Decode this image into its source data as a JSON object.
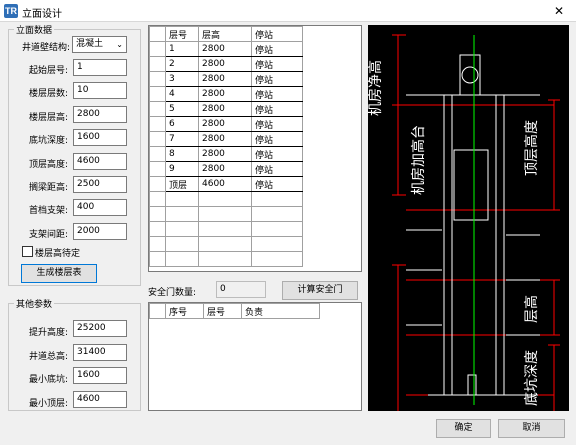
{
  "window": {
    "title": "立面设计",
    "app_icon": "TR",
    "close_glyph": "✕"
  },
  "elevation": {
    "legend": "立面数据",
    "structure": {
      "label": "井道壁结构:",
      "value": "混凝土"
    },
    "start_floor": {
      "label": "起始层号:",
      "value": "1"
    },
    "floor_count": {
      "label": "楼层层数:",
      "value": "10"
    },
    "floor_height": {
      "label": "楼层层高:",
      "value": "2800"
    },
    "pit_depth": {
      "label": "底坑深度:",
      "value": "1600"
    },
    "top_height": {
      "label": "顶层高度:",
      "value": "4600"
    },
    "beam_distance": {
      "label": "搁梁距高:",
      "value": "2500"
    },
    "first_bracket": {
      "label": "首档支架:",
      "value": "400"
    },
    "bracket_spacing": {
      "label": "支架间距:",
      "value": "2000"
    },
    "floor_height_pending": {
      "label": "楼层高待定",
      "checked": false
    },
    "generate_button": "生成楼层表"
  },
  "other": {
    "legend": "其他参数",
    "lift_height": {
      "label": "提升高度:",
      "value": "25200"
    },
    "shaft_height": {
      "label": "井道总高:",
      "value": "31400"
    },
    "min_pit": {
      "label": "最小底坑:",
      "value": "1600"
    },
    "min_top": {
      "label": "最小顶层:",
      "value": "4600"
    }
  },
  "floor_table": {
    "columns": [
      "层号",
      "层高",
      "停站"
    ],
    "rows": [
      [
        "1",
        "2800",
        "停站"
      ],
      [
        "2",
        "2800",
        "停站"
      ],
      [
        "3",
        "2800",
        "停站"
      ],
      [
        "4",
        "2800",
        "停站"
      ],
      [
        "5",
        "2800",
        "停站"
      ],
      [
        "6",
        "2800",
        "停站"
      ],
      [
        "7",
        "2800",
        "停站"
      ],
      [
        "8",
        "2800",
        "停站"
      ],
      [
        "9",
        "2800",
        "停站"
      ],
      [
        "顶层",
        "4600",
        "停站"
      ]
    ]
  },
  "safety_door": {
    "label": "安全门数量:",
    "value": "0",
    "button": "计算安全门"
  },
  "door_table": {
    "columns": [
      "序号",
      "层号",
      "负责"
    ]
  },
  "preview": {
    "labels": {
      "machine_room_height": "机房净高",
      "machine_room_platform": "机房加高台",
      "top_height": "顶层高度",
      "floor_height": "层高",
      "pit_depth": "底坑深度"
    },
    "colors": {
      "background": "#000000",
      "dimension": "#ff0000",
      "structure": "#ffffff",
      "axis": "#00ff00"
    }
  },
  "footer": {
    "ok": "确定",
    "cancel": "取消"
  }
}
